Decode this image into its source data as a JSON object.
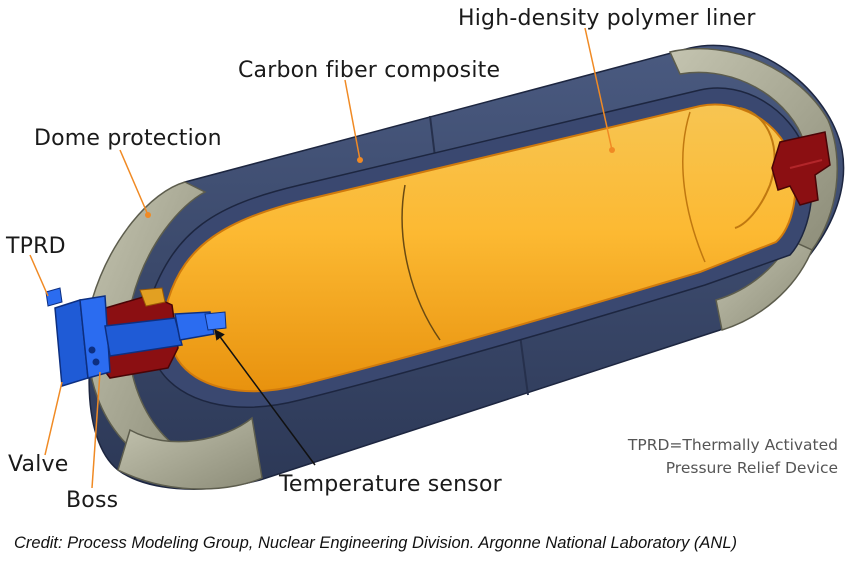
{
  "labels": {
    "liner": "High-density polymer liner",
    "composite": "Carbon fiber composite",
    "dome": "Dome protection",
    "tprd": "TPRD",
    "valve": "Valve",
    "boss": "Boss",
    "sensor": "Temperature sensor"
  },
  "note": {
    "line1": "TPRD=Thermally Activated",
    "line2": "Pressure Relief Device"
  },
  "credit": "Credit: Process Modeling Group, Nuclear Engineering Division. Argonne National Laboratory (ANL)",
  "colors": {
    "composite": "#3b4a6e",
    "dome": "#a7a794",
    "liner": "#f2a21a",
    "boss": "#8b0f12",
    "valve": "#1f5bd6",
    "leader": "#f08a24"
  }
}
